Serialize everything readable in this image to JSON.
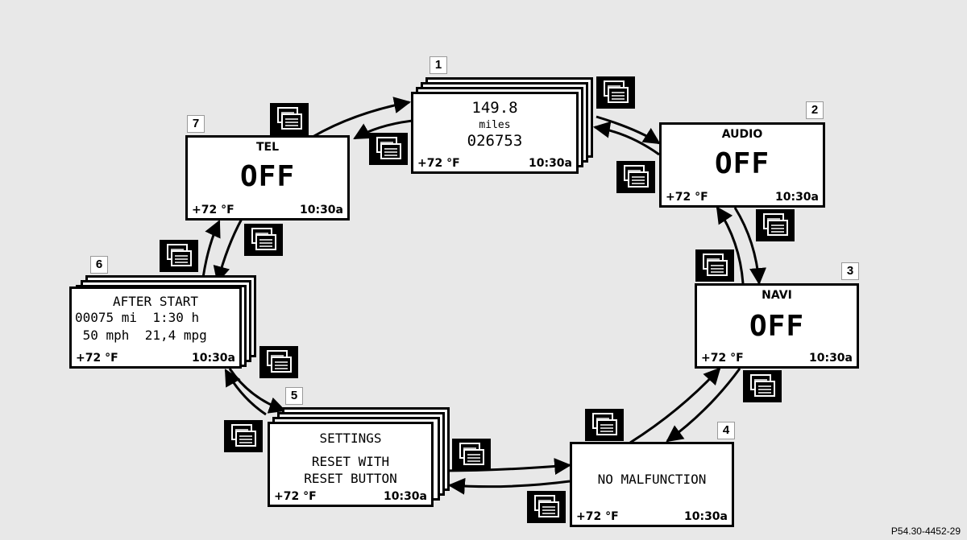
{
  "screens": {
    "s1": {
      "number": "1",
      "line1": "149.8",
      "line2": "miles",
      "line3": "026753",
      "temp": "+72 °F",
      "time": "10:30a"
    },
    "s2": {
      "number": "2",
      "title": "AUDIO",
      "value": "OFF",
      "temp": "+72 °F",
      "time": "10:30a"
    },
    "s3": {
      "number": "3",
      "title": "NAVI",
      "value": "OFF",
      "temp": "+72 °F",
      "time": "10:30a"
    },
    "s4": {
      "number": "4",
      "text": "NO MALFUNCTION",
      "temp": "+72 °F",
      "time": "10:30a"
    },
    "s5": {
      "number": "5",
      "title": "SETTINGS",
      "line1": "RESET WITH",
      "line2": "RESET BUTTON",
      "temp": "+72 °F",
      "time": "10:30a"
    },
    "s6": {
      "number": "6",
      "title": "AFTER START",
      "line1": "00075 mi  1:30 h",
      "line2": " 50 mph  21,4 mpg",
      "temp": "+72 °F",
      "time": "10:30a"
    },
    "s7": {
      "number": "7",
      "title": "TEL",
      "value": "OFF",
      "temp": "+72 °F",
      "time": "10:30a"
    }
  },
  "icons": {
    "button": "page-forward-back-button-icon"
  },
  "reference": "P54.30-4452-29"
}
